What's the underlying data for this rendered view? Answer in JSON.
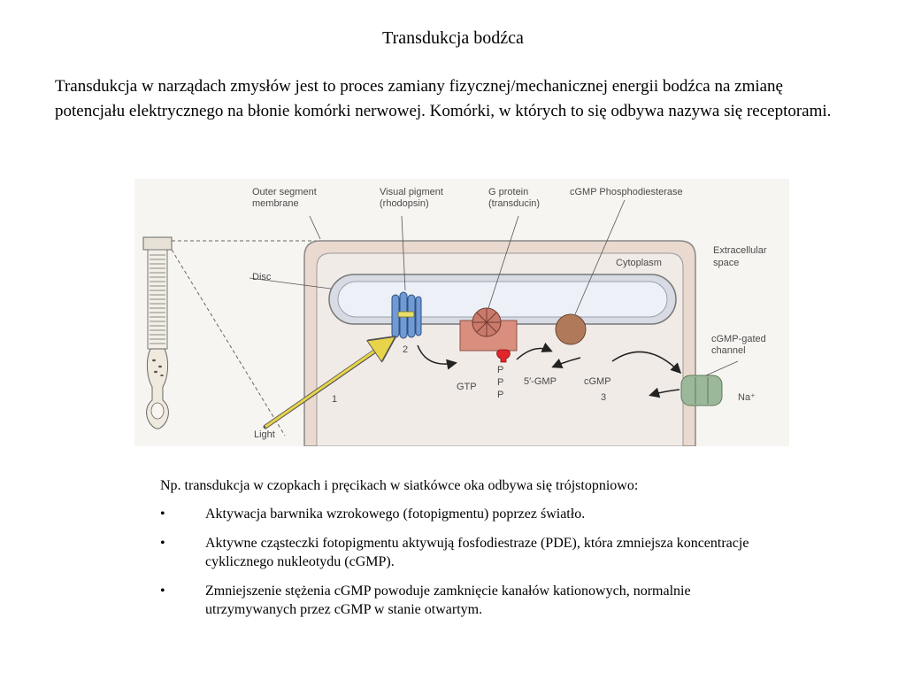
{
  "title": "Transdukcja bodźca",
  "intro": "Transdukcja w narządach zmysłów jest to proces zamiany fizycznej/mechanicznej energii bodźca na zmianę potencjału elektrycznego na błonie komórki nerwowej. Komórki, w których to się odbywa nazywa się receptorami.",
  "figure": {
    "labels": {
      "outer_segment_1": "Outer segment",
      "outer_segment_2": "membrane",
      "visual_pigment_1": "Visual pigment",
      "visual_pigment_2": "(rhodopsin)",
      "g_protein_1": "G protein",
      "g_protein_2": "(transducin)",
      "cgmp_pde": "cGMP Phosphodiesterase",
      "extracellular_1": "Extracellular",
      "extracellular_2": "space",
      "cytoplasm": "Cytoplasm",
      "disc": "Disc",
      "cgmp_gated_1": "cGMP-gated",
      "cgmp_gated_2": "channel",
      "gtp": "GTP",
      "p1": "P",
      "p2": "P",
      "p3": "P",
      "five_gmp": "5′-GMP",
      "cgmp": "cGMP",
      "na": "Na⁺",
      "light": "Light",
      "step1": "1",
      "step2": "2",
      "step3": "3"
    }
  },
  "body": {
    "lead": "Np. transdukcja w czopkach i pręcikach w siatkówce oka odbywa się trójstopniowo:",
    "bullet_symbol": "•",
    "bullets": [
      "Aktywacja barwnika wzrokowego (fotopigmentu) poprzez światło.",
      "Aktywne cząsteczki fotopigmentu aktywują fosfodiestraze (PDE), która zmniejsza koncentracje cyklicznego nukleotydu (cGMP).",
      "Zmniejszenie stężenia cGMP powoduje zamknięcie kanałów kationowych, normalnie utrzymywanych przez cGMP w stanie otwartym."
    ]
  }
}
